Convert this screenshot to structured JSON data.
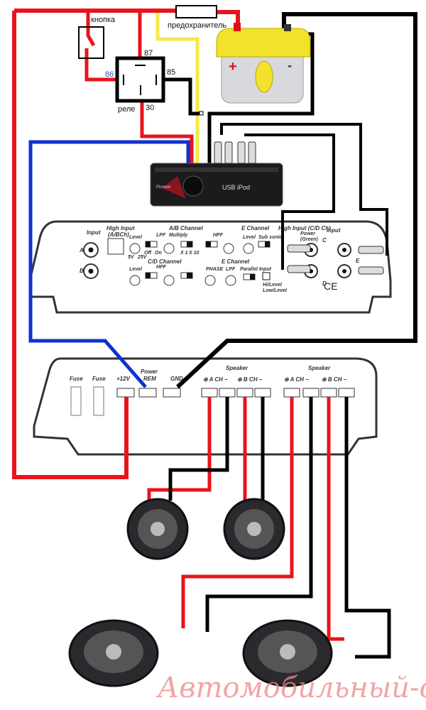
{
  "wiring": {
    "switch_label": "кнопка",
    "fuse_label": "предохранитель",
    "relay_label": "реле",
    "relay_pins": {
      "p87": "87",
      "p86": "86",
      "p85": "85",
      "p30": "30"
    },
    "colors": {
      "power": "#e8141b",
      "ground": "#000000",
      "remote": "#1030d0",
      "acc": "#f5e84a"
    }
  },
  "head_unit": {
    "brand": "Pioneer",
    "display": "USB iPod"
  },
  "amp_top": {
    "input": "Input",
    "high_input_ab": "High Input",
    "high_input_ab_sub": "(A/BCh)",
    "ab_channel": "A/B Channel",
    "e_channel": "E Channel",
    "high_input_cd": "High Input (C/D Ch)",
    "power": "Power",
    "power_sub": "(Green)",
    "input_right": "Input",
    "a": "A",
    "b": "B",
    "c": "C",
    "d": "D",
    "e": "E",
    "level": "Level",
    "lpf": "LPF",
    "multiply": "Multiply",
    "hpf": "HPF",
    "sub_sonic": "Sub sonic",
    "cd_channel": "C/D Channel",
    "e_channel2": "E Channel",
    "phase": "PHASE",
    "parallel_input": "Parallel Input",
    "off": "Off",
    "on": "On",
    "x1": "X 1",
    "x10": "X 10",
    "v5": "5V",
    "v25": "25V",
    "hi_level": "Hi/Level",
    "low_level": "Low/Level",
    "ce": "CE"
  },
  "amp_bottom": {
    "fuse1": "Fuse",
    "fuse2": "Fuse",
    "power": "Power",
    "p12v": "+12V",
    "rem": "REM",
    "gnd": "GND",
    "speaker1": "Speaker",
    "speaker2": "Speaker",
    "a_ch": "⊕ A CH −",
    "b_ch": "⊕ B CH −",
    "a_ch2": "⊕ A CH −",
    "b_ch2": "⊕ B CH −"
  },
  "watermark": "Автомобильный-сайт.рф"
}
